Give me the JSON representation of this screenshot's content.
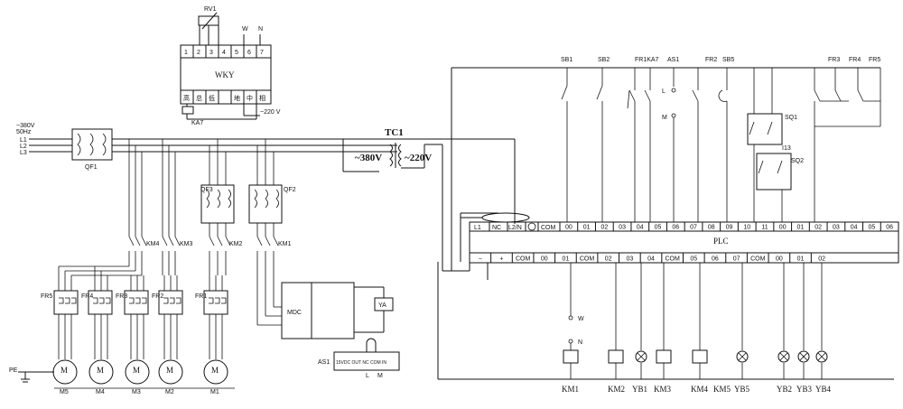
{
  "wky": {
    "rv": "RV1",
    "w": "W",
    "n": "N",
    "terminals": [
      "1",
      "2",
      "3",
      "4",
      "5",
      "6",
      "7"
    ],
    "title": "WKY",
    "bottom": [
      "高",
      "总",
      "低",
      "",
      "地",
      "中",
      "相"
    ],
    "v220": "~220 V",
    "ka": "KA7"
  },
  "supply": {
    "l1": "~380V",
    "l2": "50Hz",
    "p1": "L1",
    "p2": "L2",
    "p3": "L3",
    "qf": "QF1"
  },
  "breakers": {
    "qf3": "QF3",
    "qf2": "QF2"
  },
  "contactors": [
    "KM4",
    "KM3",
    "KM2",
    "KM1"
  ],
  "frs": [
    "FR5",
    "FR4",
    "FR3",
    "FR2",
    "FR1"
  ],
  "motors": [
    "M5",
    "M4",
    "M3",
    "M2",
    "M1"
  ],
  "motor_m": "M",
  "pe": "PE",
  "mdc": "MDC",
  "ya": "YA",
  "as1": {
    "label": "AS1",
    "text": "15VDC  OUT NC COM  IN",
    "l": "L",
    "m": "M"
  },
  "tc": {
    "name": "TC1",
    "primary": "~380V",
    "secondary": "~220V"
  },
  "inputs": {
    "labels": [
      "SB1",
      "SB2",
      "FR1KA7",
      "AS1",
      "FR2",
      "SB5",
      "FR3",
      "FR4",
      "FR5"
    ],
    "sq1": "SQ1",
    "sq2": "SQ2",
    "i13": "I13",
    "l": "L",
    "m": "M"
  },
  "plc": {
    "name": "PLC",
    "top_left": [
      "L1",
      "NC",
      "L2/N",
      "",
      "COM"
    ],
    "top_terms": [
      "00",
      "01",
      "02",
      "03",
      "04",
      "05",
      "06",
      "07",
      "08",
      "09",
      "10",
      "11",
      "00",
      "01",
      "02",
      "03",
      "04",
      "05",
      "06"
    ],
    "bot_terms": [
      "−",
      "+",
      "COM",
      "00",
      "01",
      "COM",
      "02",
      "03",
      "04",
      "COM",
      "05",
      "06",
      "07",
      "COM",
      "00",
      "01",
      "02"
    ]
  },
  "outputs": {
    "labels": [
      "KM1",
      "KM2",
      "YB1",
      "KM3",
      "KM4",
      "KM5",
      "YB5",
      "YB2",
      "YB3",
      "YB4"
    ],
    "w": "W",
    "n": "N"
  }
}
